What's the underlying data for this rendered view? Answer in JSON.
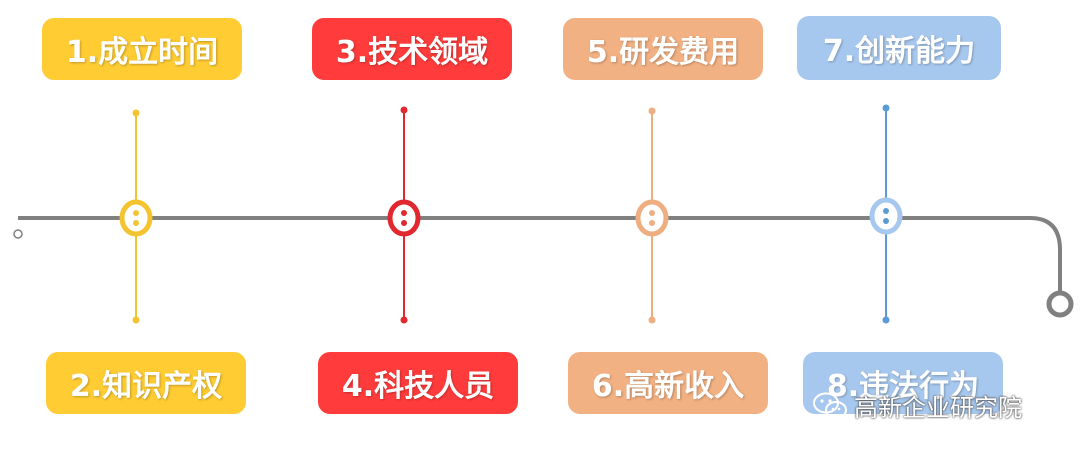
{
  "milestones": [
    {
      "label": "1.成立时间",
      "color": "#FFCC33",
      "line_color": "#F4C430"
    },
    {
      "label": "2.知识产权",
      "color": "#FFCC33",
      "line_color": "#F4C430"
    },
    {
      "label": "3.技术领域",
      "color": "#FF3B3B",
      "line_color": "#E0282E"
    },
    {
      "label": "4.科技人员",
      "color": "#FF3B3B",
      "line_color": "#E0282E"
    },
    {
      "label": "5.研发费用",
      "color": "#F2B183",
      "line_color": "#EFAE80"
    },
    {
      "label": "6.高新收入",
      "color": "#F2B183",
      "line_color": "#EFAE80"
    },
    {
      "label": "7.创新能力",
      "color": "#A7C8EE",
      "line_color": "#5B9BD5"
    },
    {
      "label": "8.违法行为",
      "color": "#A7C8EE",
      "line_color": "#5B9BD5"
    }
  ],
  "timeline_color": "#808080",
  "watermark": {
    "text": "高新企业研究院",
    "icon": "wechat-icon"
  }
}
